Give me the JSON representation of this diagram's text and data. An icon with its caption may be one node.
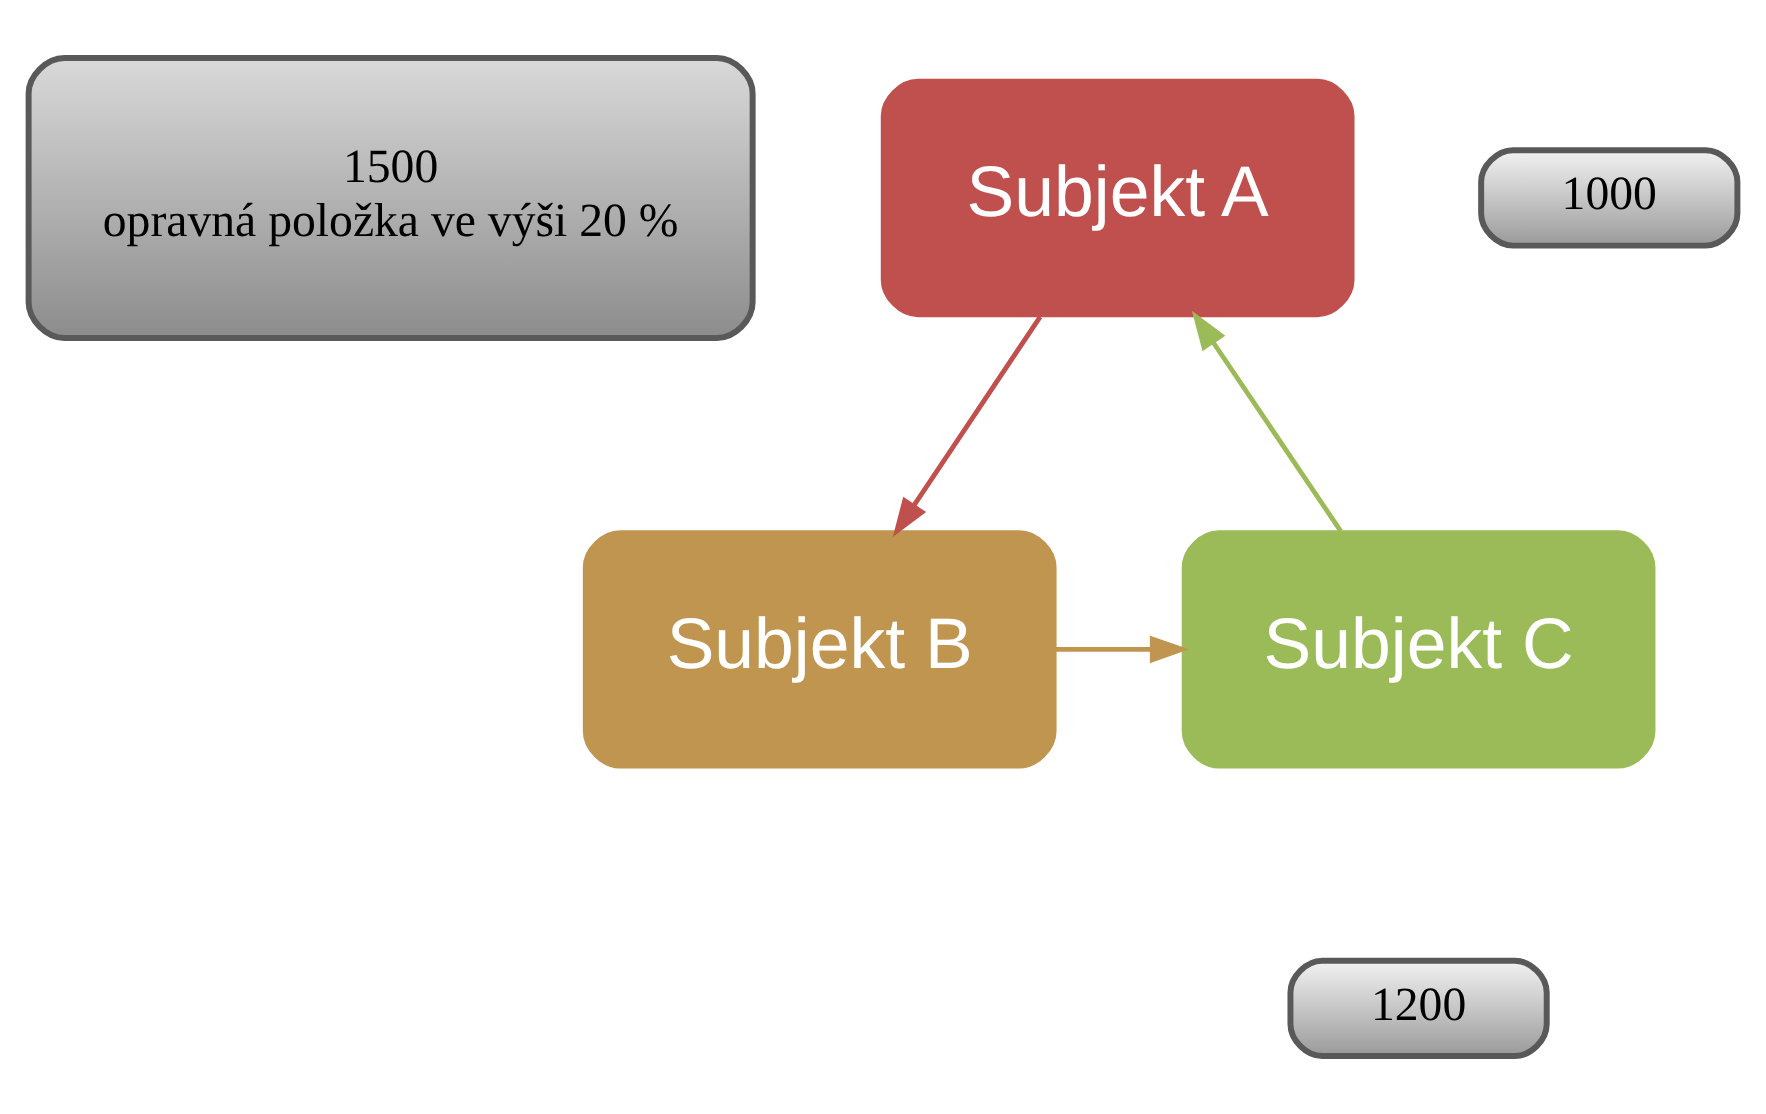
{
  "diagram": {
    "nodes": [
      {
        "text": [
          "Subjekt A"
        ]
      },
      {
        "text": [
          "Subjekt B"
        ]
      },
      {
        "text": [
          "Subjekt C"
        ]
      },
      {
        "text": [
          "1500",
          "opravná položka ve výši 20 %"
        ]
      },
      {
        "text": [
          "1000"
        ]
      },
      {
        "text": [
          "1200"
        ]
      }
    ],
    "edges": [
      {
        "from": 0,
        "to": 1,
        "arrow": "to",
        "color": "#c0504d"
      },
      {
        "from": 1,
        "to": 2,
        "arrow": "to",
        "color": "#c0954f"
      },
      {
        "from": 2,
        "to": 0,
        "arrow": "to",
        "color": "#9bbb59"
      }
    ]
  }
}
